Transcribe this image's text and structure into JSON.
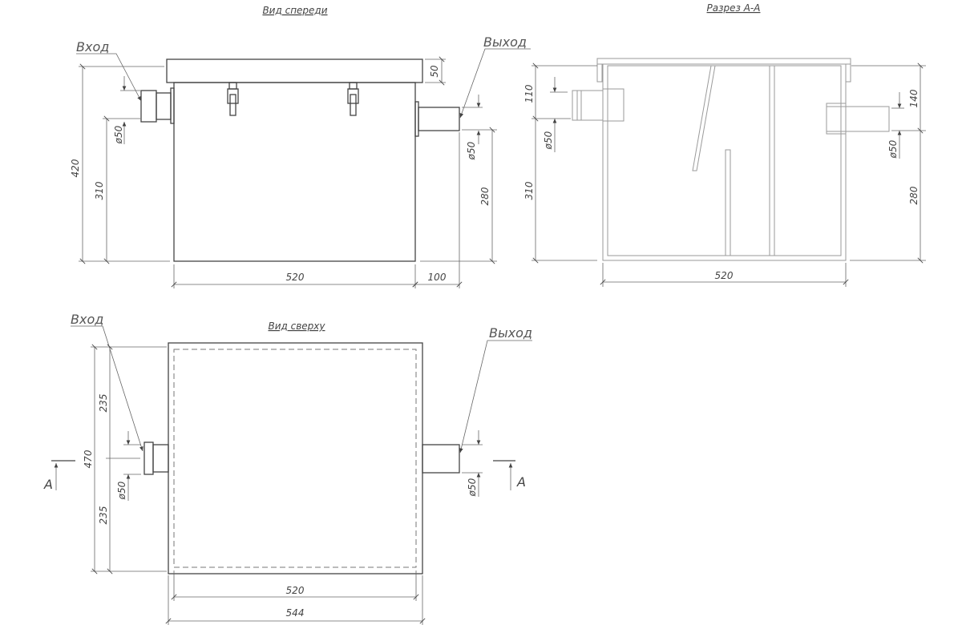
{
  "views": {
    "front": {
      "title": "Вид спереди",
      "inlet_label": "Вход",
      "outlet_label": "Выход",
      "dims": {
        "total_height": "420",
        "inlet_height": "310",
        "inlet_dia": "ø50",
        "lid": "50",
        "outlet_dia": "ø50",
        "outlet_height": "280",
        "width": "520",
        "outlet_length": "100"
      }
    },
    "section": {
      "title": "Разрез А-А",
      "dims": {
        "inlet_top": "110",
        "inlet_height": "310",
        "inlet_dia": "ø50",
        "outlet_top": "140",
        "outlet_height": "280",
        "outlet_dia": "ø50",
        "width": "520"
      }
    },
    "top": {
      "title": "Вид сверху",
      "inlet_label": "Вход",
      "outlet_label": "Выход",
      "section_mark": "A",
      "dims": {
        "half_upper": "235",
        "half_lower": "235",
        "depth": "470",
        "inlet_dia": "ø50",
        "outlet_dia": "ø50",
        "inner_width": "520",
        "outer_width": "544"
      }
    }
  },
  "colors": {
    "line": "#444444",
    "section_line": "#9a9a9a",
    "background": "#ffffff"
  }
}
